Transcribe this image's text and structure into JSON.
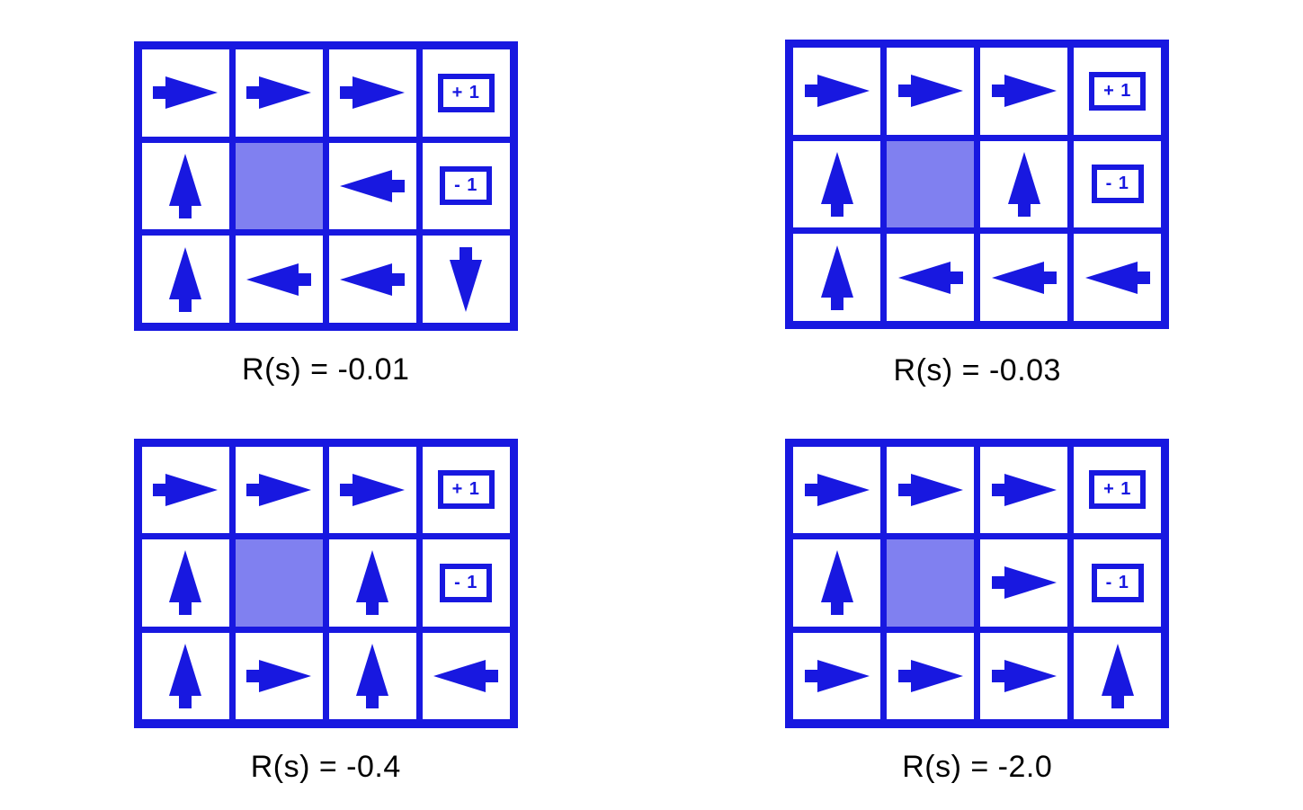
{
  "colors": {
    "line": "#1818e0",
    "wall": "#8080f0",
    "cell": "#ffffff",
    "caption": "#000000",
    "background": "#ffffff"
  },
  "chart_data": {
    "type": "diagram",
    "title": "",
    "description": "Four 4x3 gridworld optimal-policy maps for different per-step living rewards R(s)",
    "grid_rows": 3,
    "grid_cols": 4,
    "wall_cell": [
      1,
      1
    ],
    "terminal_cells": [
      {
        "row": 0,
        "col": 3,
        "label": "+ 1"
      },
      {
        "row": 1,
        "col": 3,
        "label": "- 1"
      }
    ],
    "panels": [
      {
        "id": "panel-1",
        "caption": "R(s) = -0.01",
        "reward": -0.01,
        "policy": [
          [
            "right",
            "right",
            "right",
            "terminal:+ 1"
          ],
          [
            "up",
            "wall",
            "left",
            "terminal:- 1"
          ],
          [
            "up",
            "left",
            "left",
            "down"
          ]
        ]
      },
      {
        "id": "panel-2",
        "caption": "R(s) = -0.03",
        "reward": -0.03,
        "policy": [
          [
            "right",
            "right",
            "right",
            "terminal:+ 1"
          ],
          [
            "up",
            "wall",
            "up",
            "terminal:- 1"
          ],
          [
            "up",
            "left",
            "left",
            "left"
          ]
        ]
      },
      {
        "id": "panel-3",
        "caption": "R(s) = -0.4",
        "reward": -0.4,
        "policy": [
          [
            "right",
            "right",
            "right",
            "terminal:+ 1"
          ],
          [
            "up",
            "wall",
            "up",
            "terminal:- 1"
          ],
          [
            "up",
            "right",
            "up",
            "left"
          ]
        ]
      },
      {
        "id": "panel-4",
        "caption": "R(s) = -2.0",
        "reward": -2.0,
        "policy": [
          [
            "right",
            "right",
            "right",
            "terminal:+ 1"
          ],
          [
            "up",
            "wall",
            "right",
            "terminal:- 1"
          ],
          [
            "right",
            "right",
            "right",
            "up"
          ]
        ]
      }
    ]
  }
}
